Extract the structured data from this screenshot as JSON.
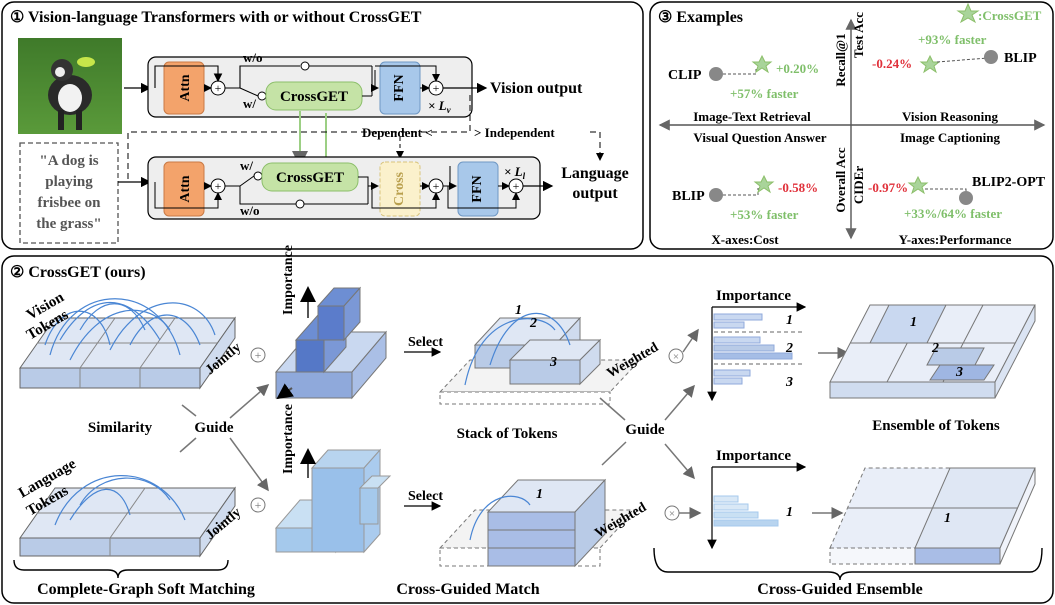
{
  "panel1": {
    "title": "① Vision-language Transformers with or without CrossGET",
    "attn": "Attn",
    "ffn": "FFN",
    "crossget": "CrossGET",
    "cross": "Cross",
    "wo": "w/o",
    "w": "w/",
    "lv_times": "× L",
    "lv_sub": "v",
    "ll_times": "× L",
    "ll_sub": "l",
    "vision_output": "Vision output",
    "language_output_1": "Language",
    "language_output_2": "output",
    "dependent": "Dependent <",
    "independent": "> Independent",
    "caption_lines": [
      "\"A dog is",
      "playing",
      "frisbee on",
      "the grass\""
    ]
  },
  "panel3": {
    "title": "③ Examples",
    "legend": ":CrossGET",
    "recall": "Recall@1",
    "test_acc": "Test Acc",
    "overall_acc": "Overall Acc",
    "cider": "CIDEr",
    "itr": "Image-Text Retrieval",
    "vqa": "Visual Question Answer",
    "vr": "Vision Reasoning",
    "ic": "Image Captioning",
    "x_axes": "X-axes:Cost",
    "y_axes": "Y-axes:Performance",
    "clip": "CLIP",
    "clip_delta": "+0.20%",
    "clip_speed": "+57% faster",
    "blip_tr": "BLIP",
    "blip_tr_delta": "-0.24%",
    "blip_tr_speed": "+93% faster",
    "blip_bl": "BLIP",
    "blip_bl_delta": "-0.58%",
    "blip_bl_speed": "+53% faster",
    "blip2": "BLIP2-OPT",
    "blip2_delta": "-0.97%",
    "blip2_speed": "+33%/64% faster",
    "colors": {
      "green": "#7fbf6a",
      "red": "#e0303a",
      "star": "#a9d49a"
    }
  },
  "panel2": {
    "title": "② CrossGET (ours)",
    "vision_tokens_1": "Vision",
    "vision_tokens_2": "Tokens",
    "language_tokens_1": "Language",
    "language_tokens_2": "Tokens",
    "similarity": "Similarity",
    "guide_left": "Guide",
    "guide_right": "Guide",
    "jointly_top": "Jointly",
    "jointly_bottom": "Jointly",
    "importance_top": "Importance",
    "importance_bottom": "Importance",
    "select_top": "Select",
    "select_bottom": "Select",
    "weighted_top": "Weighted",
    "weighted_bottom": "Weighted",
    "stack_of_tokens": "Stack of Tokens",
    "importance_bar_top": "Importance",
    "importance_bar_bottom": "Importance",
    "ensemble_of_tokens": "Ensemble of Tokens",
    "num1": "1",
    "num2": "2",
    "num3": "3",
    "complete_graph": "Complete-Graph Soft Matching",
    "cross_guided_match": "Cross-Guided Match",
    "cross_guided_ensemble": "Cross-Guided Ensemble"
  }
}
